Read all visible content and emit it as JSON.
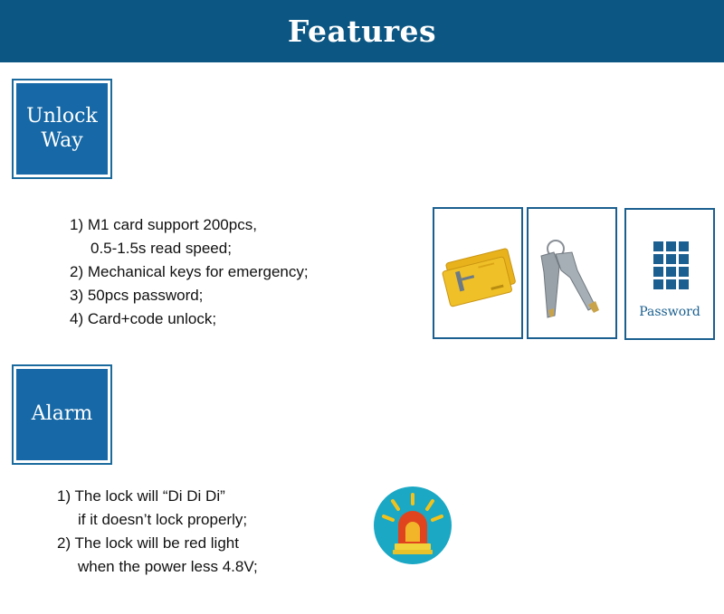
{
  "header": {
    "title": "Features"
  },
  "unlock": {
    "badge_line1": "Unlock",
    "badge_line2": "Way",
    "items": [
      "1) M1 card support 200pcs,",
      "0.5-1.5s read speed;",
      "2) Mechanical keys for emergency;",
      "3) 50pcs password;",
      "4) Card+code unlock;"
    ],
    "cards": {
      "rfid_icon": "rfid-card-icon",
      "keys_icon": "key-icon",
      "password_icon": "keypad-icon",
      "password_label": "Password"
    }
  },
  "alarm": {
    "badge": "Alarm",
    "items": [
      "1) The lock will “Di Di Di”",
      "if it doesn’t lock properly;",
      "2) The lock will be red light",
      "when the power less 4.8V;"
    ],
    "icon": "siren-icon"
  },
  "colors": {
    "header_bg": "#0b5683",
    "badge_bg": "#1668a6",
    "border": "#1a5f8f",
    "siren_bg": "#1aa8c4"
  }
}
